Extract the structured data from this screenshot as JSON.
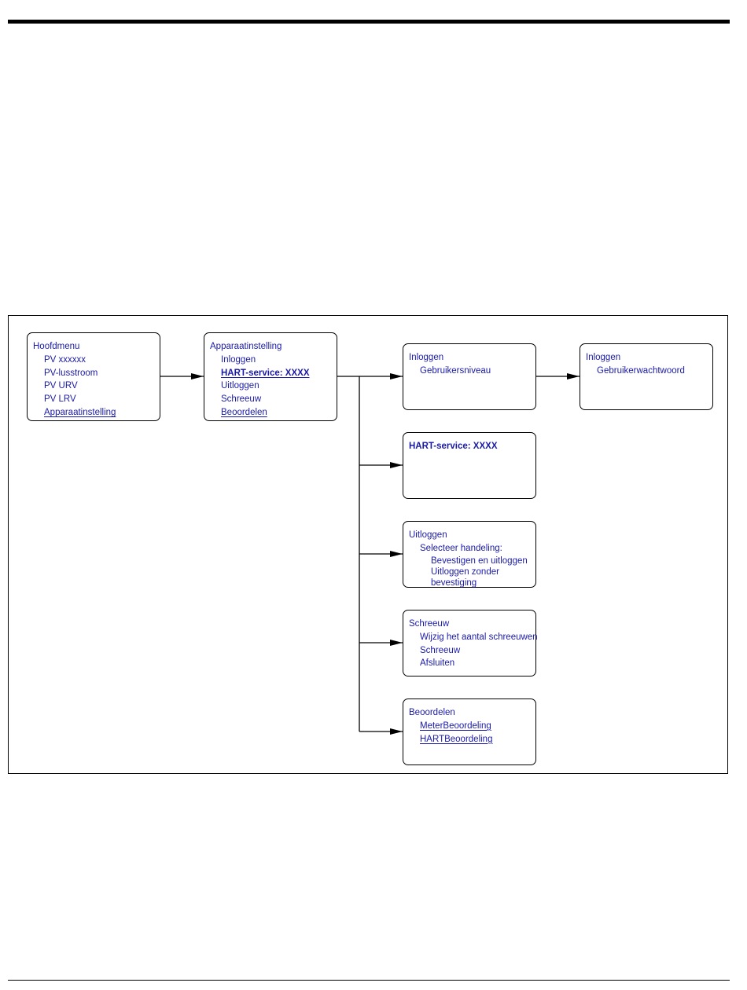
{
  "colors": {
    "text": "#1a1aa8",
    "lines": "#000000"
  },
  "boxes": {
    "hoofdmenu": {
      "title": "Hoofdmenu",
      "items": [
        "PV xxxxxx",
        "PV-lusstroom",
        "PV URV",
        "PV LRV",
        "Apparaatinstelling"
      ]
    },
    "apparaatinstelling": {
      "title": "Apparaatinstelling",
      "items": [
        "Inloggen",
        "HART-service: XXXX",
        "Uitloggen",
        "Schreeuw",
        "Beoordelen"
      ]
    },
    "inloggen": {
      "title": "Inloggen",
      "items": [
        "Gebruikersniveau"
      ]
    },
    "inloggen_wachtwoord": {
      "title": "Inloggen",
      "items": [
        "Gebruikerwachtwoord"
      ]
    },
    "hart_service": {
      "title": "HART-service: XXXX"
    },
    "uitloggen": {
      "title": "Uitloggen",
      "subtitle": "Selecteer handeling:",
      "options": [
        "Bevestigen en uitloggen",
        "Uitloggen zonder",
        "bevestiging"
      ]
    },
    "schreeuw": {
      "title": "Schreeuw",
      "items": [
        "Wijzig het aantal schreeuwen",
        "Schreeuw",
        "Afsluiten"
      ]
    },
    "beoordelen": {
      "title": "Beoordelen",
      "items": [
        "MeterBeoordeling",
        "HARTBeoordeling"
      ]
    }
  }
}
